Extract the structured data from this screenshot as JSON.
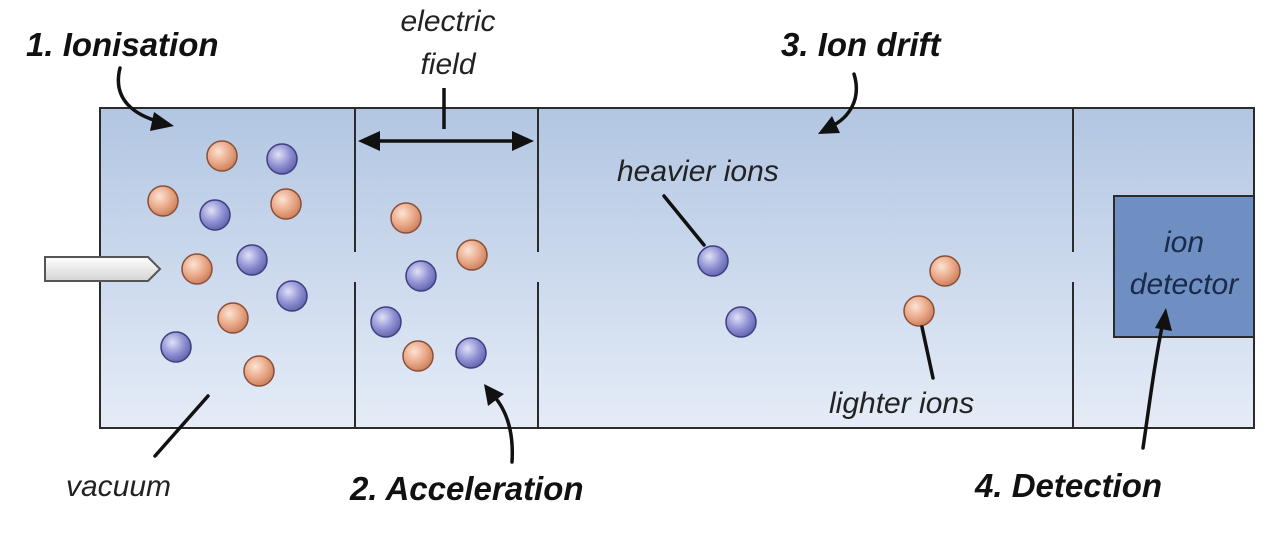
{
  "labels": {
    "ionisation": "1.  Ionisation",
    "acceleration": "2.  Acceleration",
    "ion_drift": "3.  Ion drift",
    "detection": "4.  Detection",
    "electric": "electric",
    "field": "field",
    "heavier_ions": "heavier ions",
    "lighter_ions": "lighter ions",
    "vacuum": "vacuum",
    "ion": "ion",
    "detector": "detector"
  },
  "colors": {
    "light_ion": "#e8a685",
    "heavy_ion": "#8e8fd0",
    "tube_top": "#b2c6e2",
    "tube_bottom": "#e5ecf7",
    "detector": "#6f8fc2"
  },
  "icons": [
    "ion-source-nozzle",
    "light-ion",
    "heavy-ion"
  ]
}
